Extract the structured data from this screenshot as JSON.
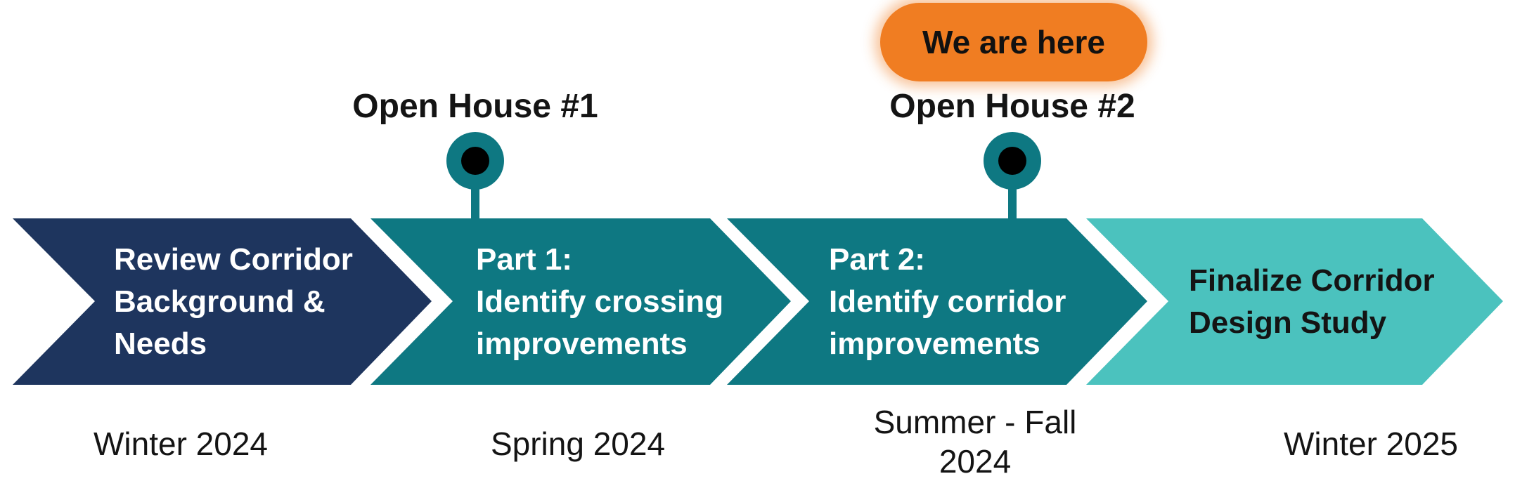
{
  "badge": {
    "text": "We are here",
    "color": "#f07d22"
  },
  "milestones": [
    {
      "title": "Open House #1"
    },
    {
      "title": "Open House #2"
    }
  ],
  "phases": [
    {
      "lines": [
        "Review Corridor",
        "Background &",
        "Needs"
      ],
      "color": "#1e355e",
      "text_color": "#ffffff"
    },
    {
      "lines": [
        "Part 1:",
        "Identify crossing",
        "improvements"
      ],
      "color": "#0e7882",
      "text_color": "#ffffff"
    },
    {
      "lines": [
        "Part 2:",
        "Identify corridor",
        "improvements"
      ],
      "color": "#0e7882",
      "text_color": "#ffffff"
    },
    {
      "lines": [
        "Finalize Corridor",
        "Design Study"
      ],
      "color": "#4bc2be",
      "text_color": "#141414"
    }
  ],
  "dates": [
    {
      "lines": [
        "Winter 2024"
      ]
    },
    {
      "lines": [
        "Spring 2024"
      ]
    },
    {
      "lines": [
        "Summer - Fall",
        "2024"
      ]
    },
    {
      "lines": [
        "Winter 2025"
      ]
    }
  ],
  "pin_color": "#0e7882"
}
